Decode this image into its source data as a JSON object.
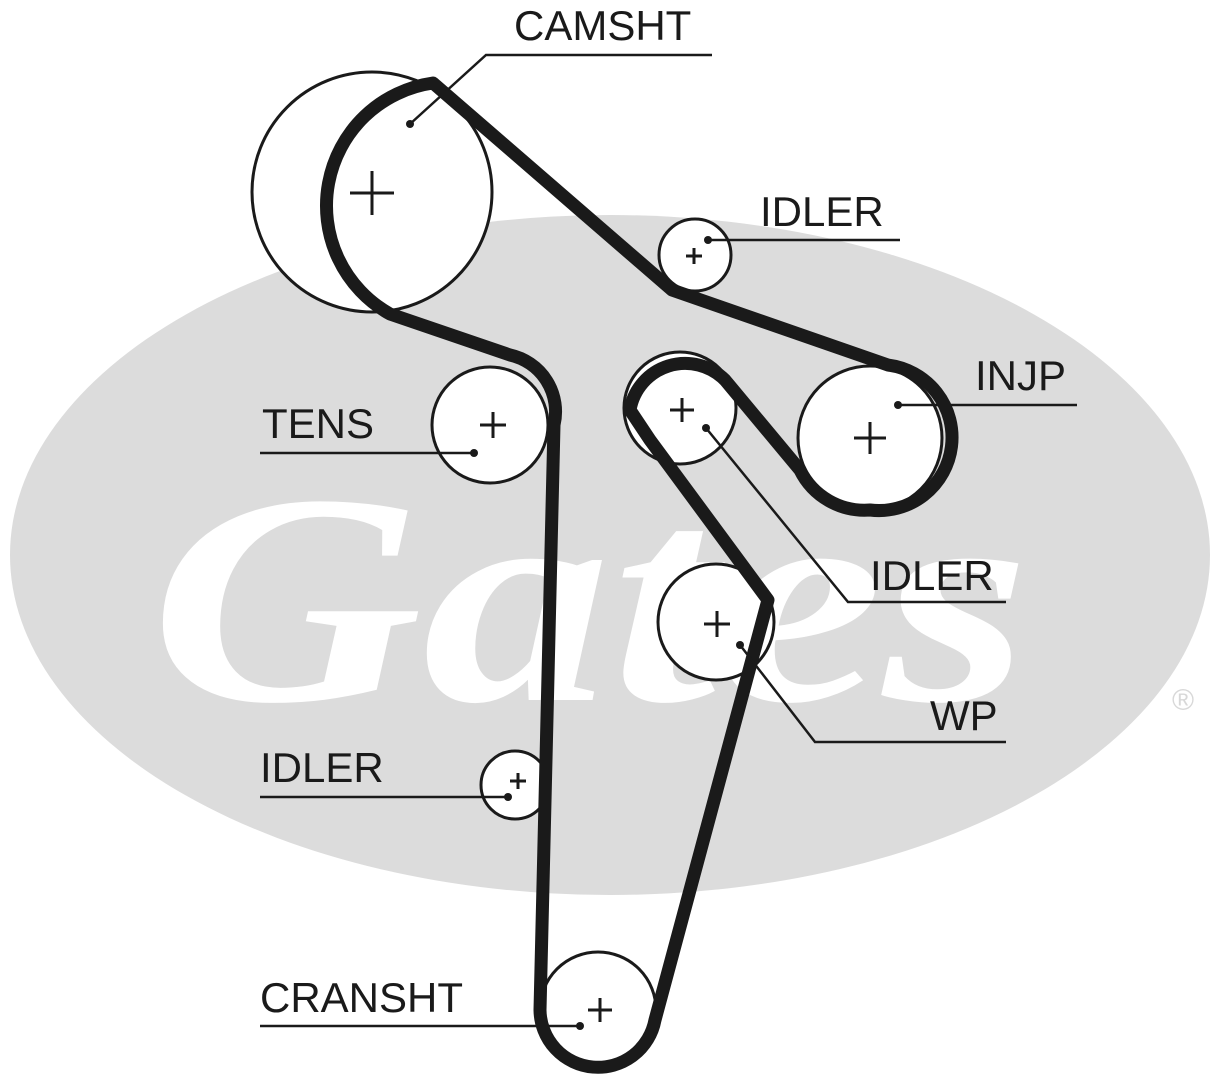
{
  "watermark": {
    "text": "Gates",
    "registered_mark": "®",
    "ellipse_color": "#dcdcdc"
  },
  "labels": {
    "camshaft": "CAMSHT",
    "idler_top": "IDLER",
    "injection_pump": "INJP",
    "tensioner": "TENS",
    "idler_mid": "IDLER",
    "water_pump": "WP",
    "idler_low": "IDLER",
    "crankshaft": "CRANSHT"
  },
  "colors": {
    "belt": "#1a1a1a",
    "background": "#ffffff",
    "text": "#1a1a1a"
  }
}
